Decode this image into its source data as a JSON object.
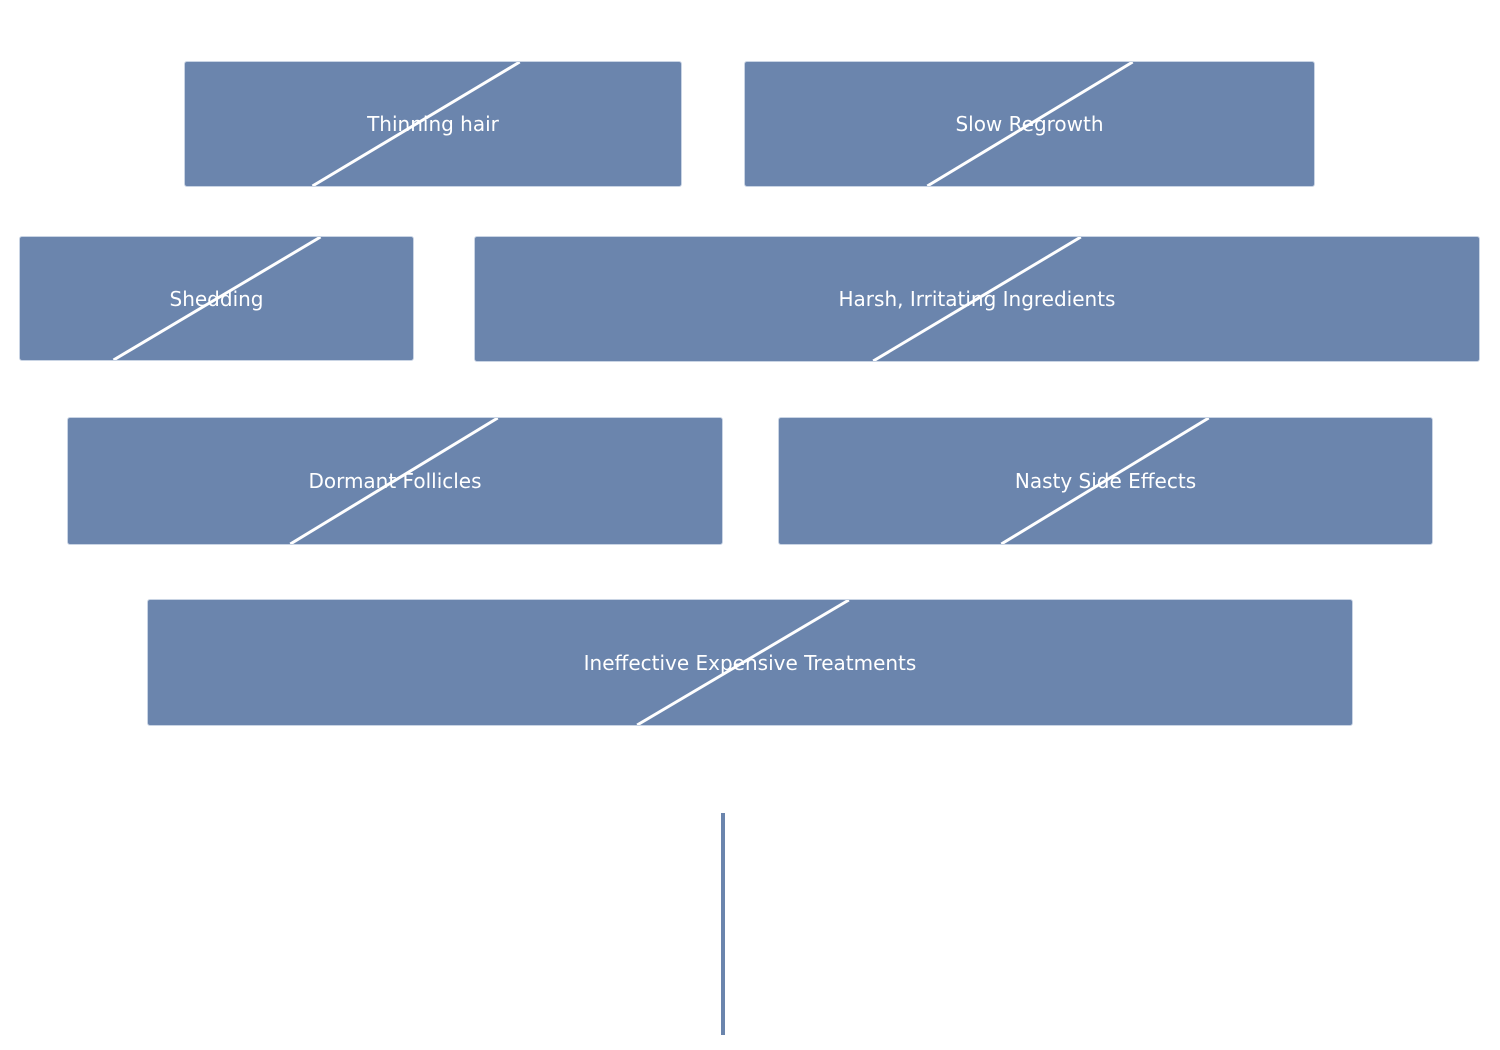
{
  "colors": {
    "tag_background": "#6b85ad",
    "tag_text": "#ffffff",
    "strike_line": "#ffffff",
    "divider": "#6b85ad",
    "page_background": "#ffffff"
  },
  "tags": [
    {
      "label": "Thinning hair",
      "struck": true
    },
    {
      "label": "Slow Regrowth",
      "struck": true
    },
    {
      "label": "Shedding",
      "struck": true
    },
    {
      "label": "Harsh, Irritating Ingredients",
      "struck": true
    },
    {
      "label": "Dormant Follicles",
      "struck": true
    },
    {
      "label": "Nasty Side Effects",
      "struck": true
    },
    {
      "label": "Ineffective Expensive Treatments",
      "struck": true
    }
  ]
}
